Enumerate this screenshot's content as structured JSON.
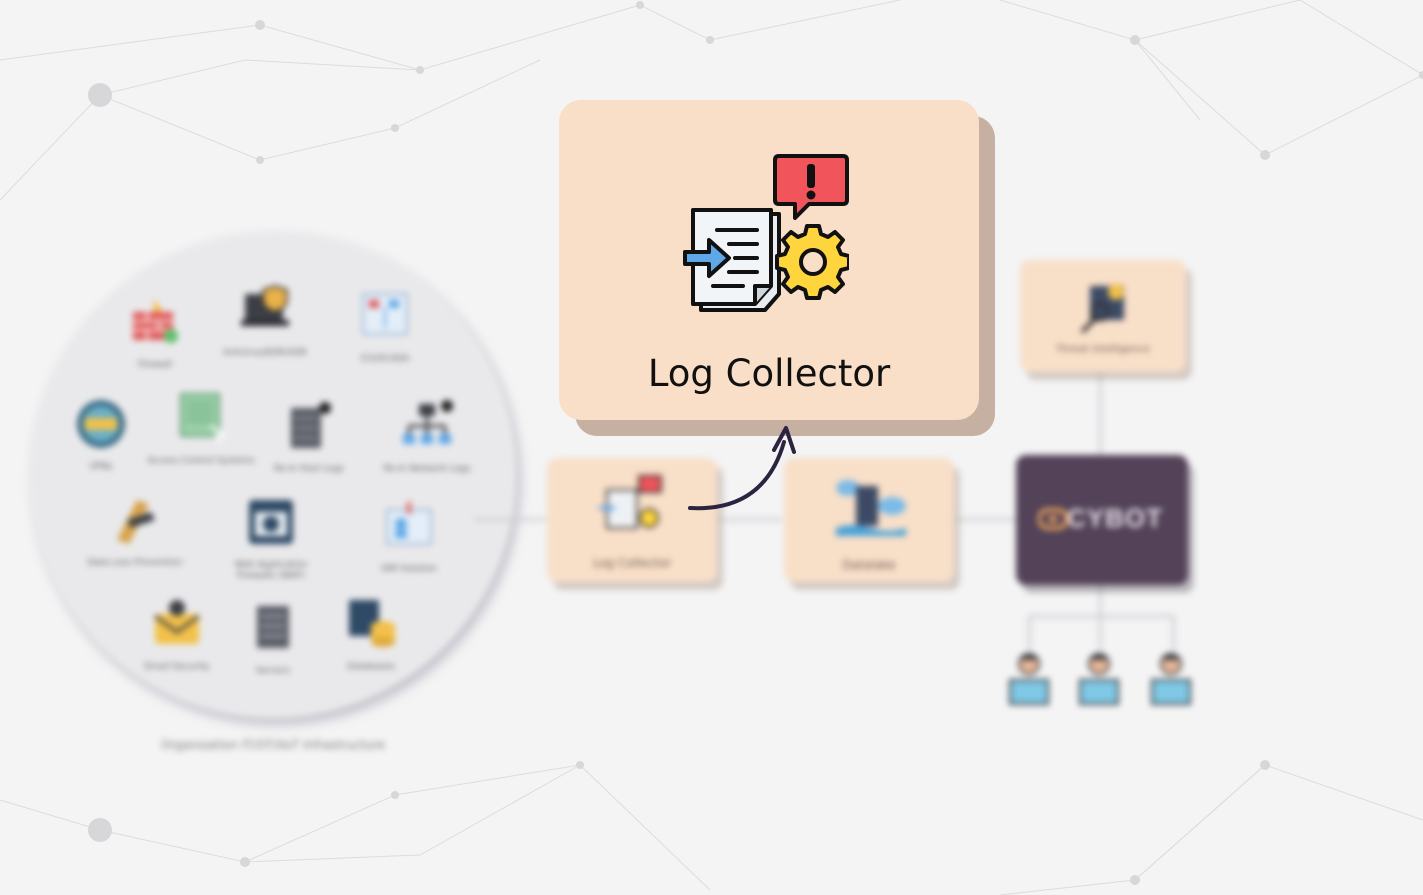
{
  "organization": {
    "caption": "Organization IT/OT/IIoT Infrastructure",
    "items": [
      {
        "label": "Firewall",
        "icon": "firewall-icon"
      },
      {
        "label": "Antivirus/EDR/XDR",
        "icon": "antivirus-laptop-icon"
      },
      {
        "label": "ICS/SCADA",
        "icon": "scada-icon"
      },
      {
        "label": "VPNs",
        "icon": "vpn-globe-icon"
      },
      {
        "label": "Access Control Systems",
        "icon": "access-control-icon"
      },
      {
        "label": "Re-In Host Logs",
        "icon": "host-logs-icon"
      },
      {
        "label": "Re-In Network Logs",
        "icon": "network-logs-icon"
      },
      {
        "label": "Data Loss Prevention",
        "icon": "dlp-icon"
      },
      {
        "label": "Web Application Firewalls (WAF)",
        "icon": "waf-icon"
      },
      {
        "label": "IAM Solution",
        "icon": "iam-icon"
      },
      {
        "label": "Email Security",
        "icon": "email-security-icon"
      },
      {
        "label": "Servers",
        "icon": "server-icon"
      },
      {
        "label": "Databases",
        "icon": "database-icon"
      }
    ]
  },
  "flow": {
    "log_collector_label": "Log Collector",
    "datalake_label": "Datalake",
    "threat_intel_label": "Threat Intelligence",
    "cybot_label": "CYBOT"
  },
  "highlight": {
    "title": "Log Collector"
  },
  "colors": {
    "card_peach": "#f9dfc8",
    "card_shadow": "#c6b0a2",
    "cybot_purple": "#534258",
    "alert_red": "#f2545b",
    "gear_yellow": "#ffd53d",
    "arrow_blue": "#5fa8e8",
    "arrow_curve": "#2b2340"
  }
}
